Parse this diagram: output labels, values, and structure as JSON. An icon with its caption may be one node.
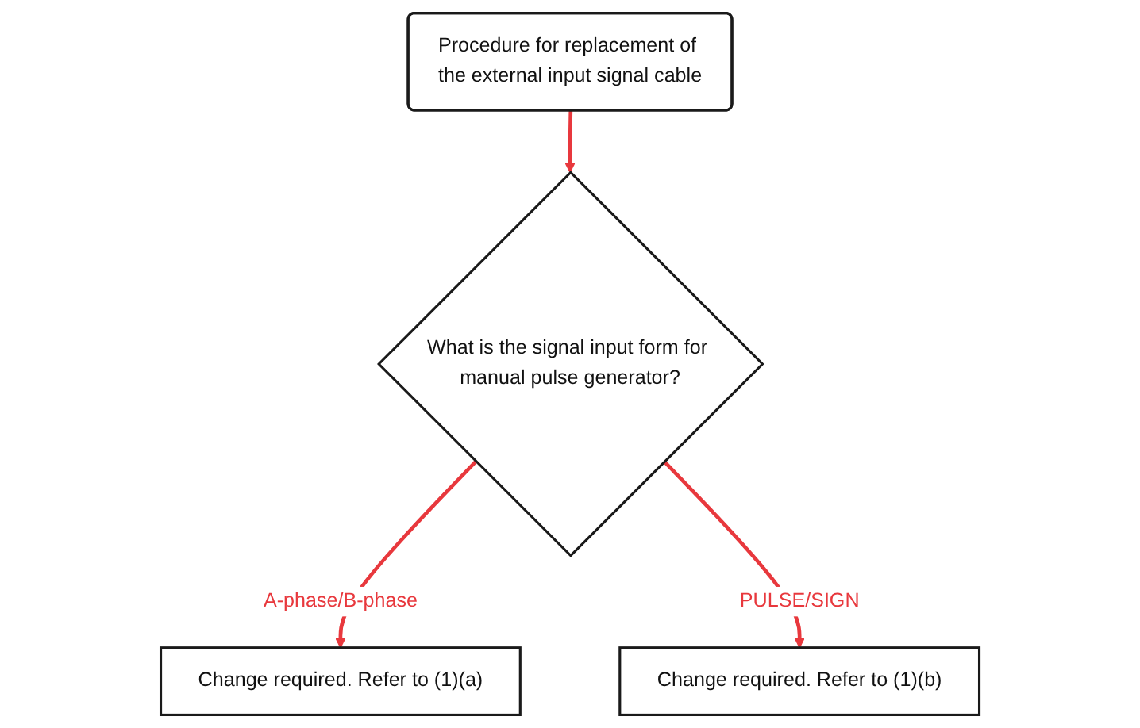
{
  "diagram": {
    "nodes": [
      {
        "text": [
          "Procedure for replacement of the external input signal cable"
        ]
      },
      {
        "text": [
          "What is the signal input form for manual pulse generator?"
        ]
      },
      {
        "text": [
          "Change required. Refer to (1)(a)"
        ]
      },
      {
        "text": [
          "Change required. Refer to (1)(b)"
        ]
      }
    ],
    "edges": [
      {
        "from": 0,
        "to": 1,
        "arrow": "to"
      },
      {
        "from": 1,
        "to": 2,
        "arrow": "to",
        "label": "A-phase/B-phase"
      },
      {
        "from": 1,
        "to": 3,
        "arrow": "to",
        "label": "PULSE/SIGN"
      }
    ]
  }
}
